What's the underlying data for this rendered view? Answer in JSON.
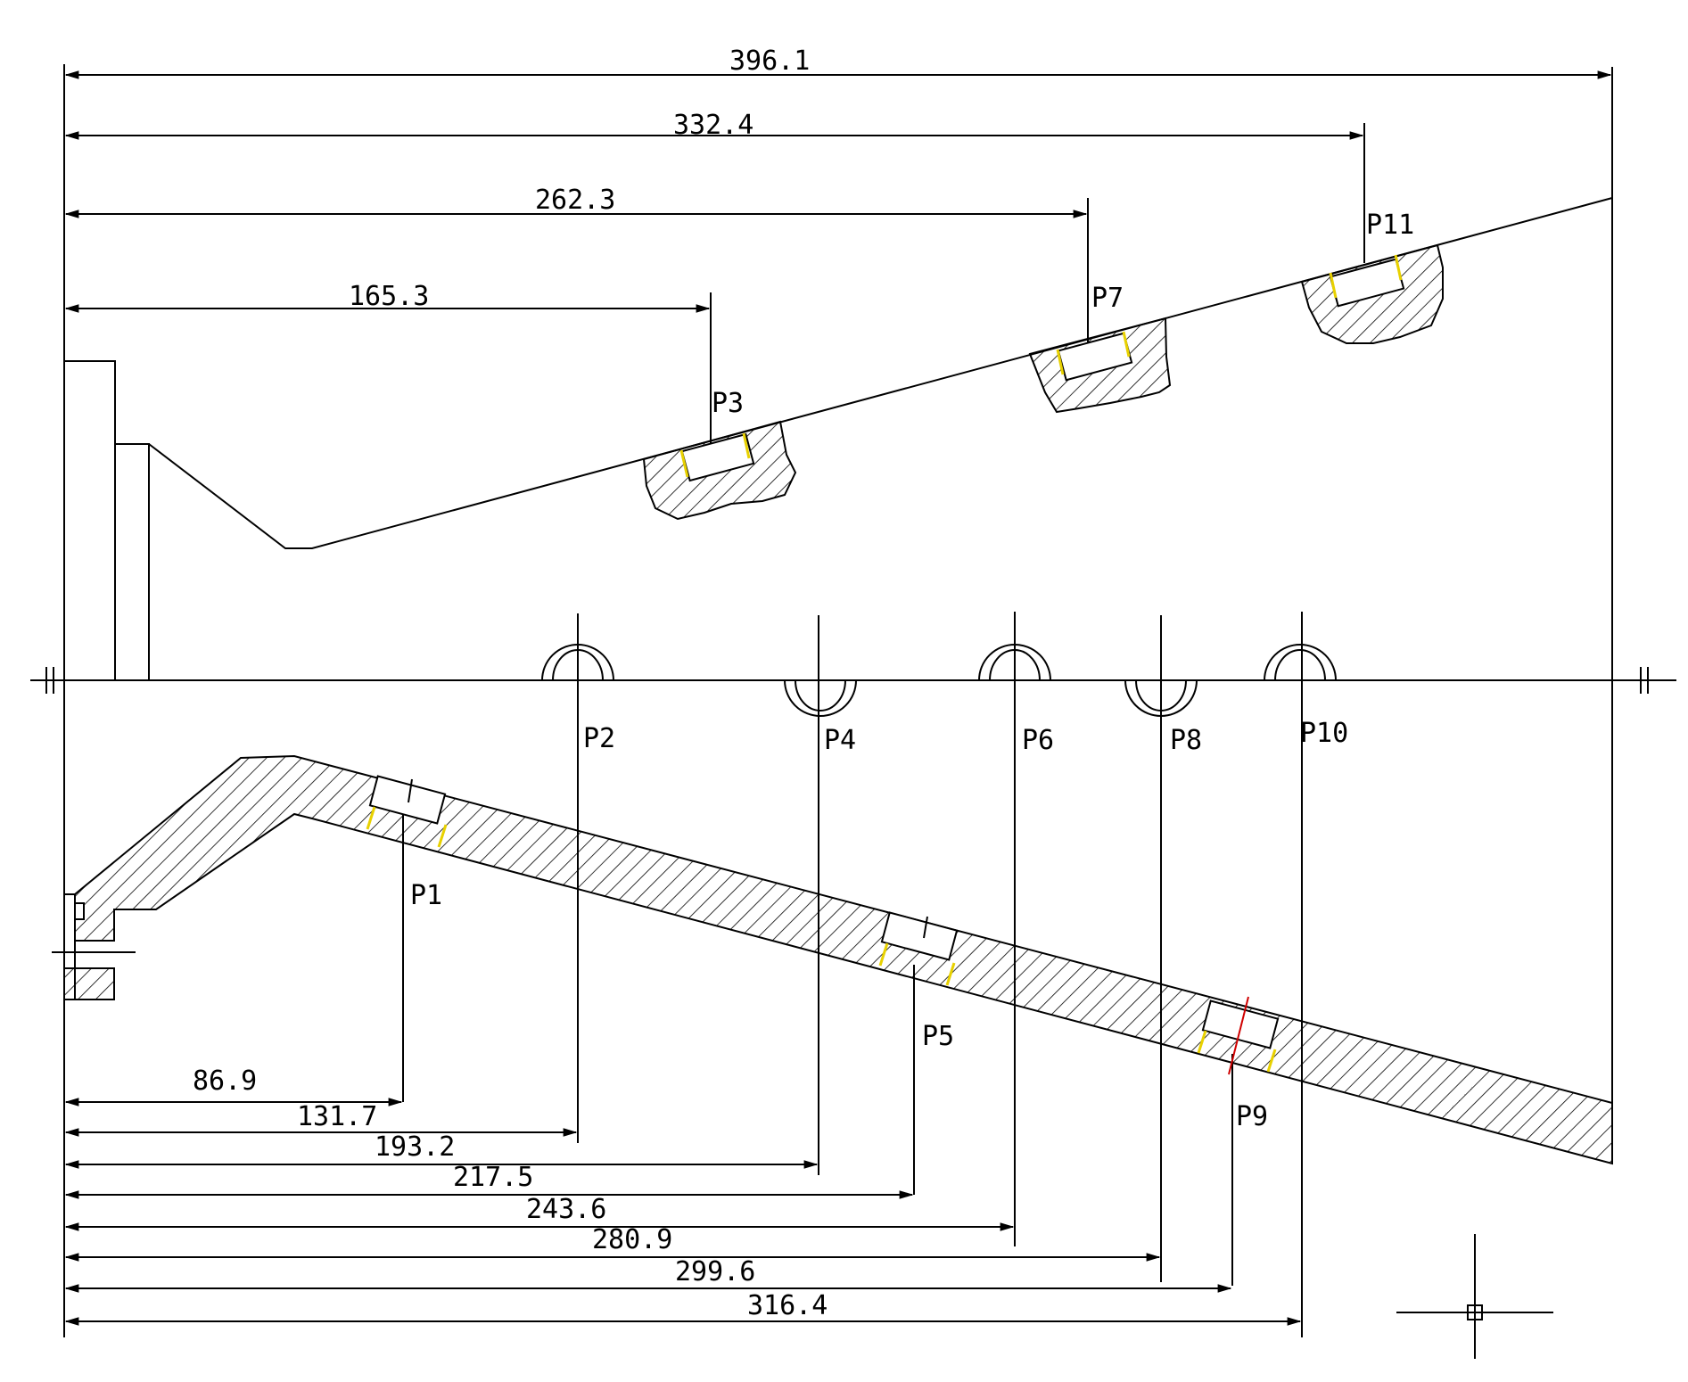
{
  "colors": {
    "line": "#000000",
    "background": "#ffffff",
    "weld_mark": "#e8d100",
    "weld_mark_red": "#d00000"
  },
  "dimensions": {
    "top": [
      "396.1",
      "332.4",
      "262.3",
      "165.3"
    ],
    "bottom": [
      "86.9",
      "131.7",
      "193.2",
      "217.5",
      "243.6",
      "280.9",
      "299.6",
      "316.4"
    ]
  },
  "points": {
    "p1": "P1",
    "p2": "P2",
    "p3": "P3",
    "p4": "P4",
    "p5": "P5",
    "p6": "P6",
    "p7": "P7",
    "p8": "P8",
    "p9": "P9",
    "p10": "P10",
    "p11": "P11"
  },
  "cursor_icon": "crosshair-icon"
}
